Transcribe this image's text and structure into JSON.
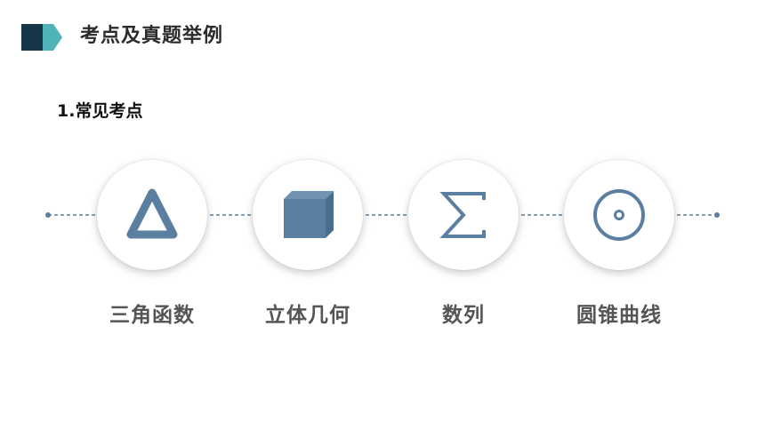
{
  "header": {
    "title": "考点及真题举例",
    "accent_dark": "#16374a",
    "accent_light": "#4fb3b8"
  },
  "section": {
    "label": "1.常见考点"
  },
  "topics": [
    {
      "label": "三角函数",
      "icon": "triangle-icon"
    },
    {
      "label": "立体几何",
      "icon": "cube-icon"
    },
    {
      "label": "数列",
      "icon": "sigma-icon"
    },
    {
      "label": "圆锥曲线",
      "icon": "circle-dot-icon"
    }
  ],
  "colors": {
    "icon": "#5a7fa0",
    "line": "#5a7fa0",
    "label": "#555555"
  }
}
